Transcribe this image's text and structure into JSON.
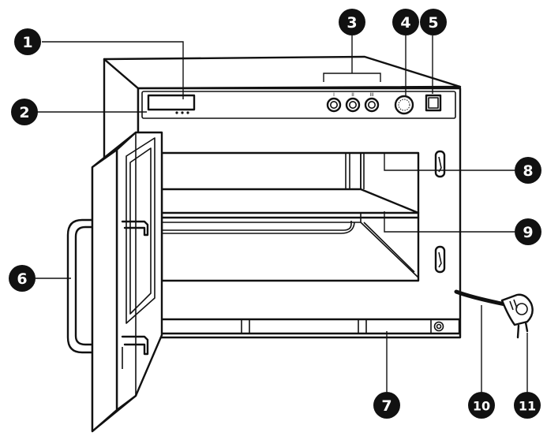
{
  "colors": {
    "ink": "#111111",
    "paper": "#ffffff"
  },
  "callouts": [
    {
      "label": "1"
    },
    {
      "label": "2"
    },
    {
      "label": "3"
    },
    {
      "label": "4"
    },
    {
      "label": "5"
    },
    {
      "label": "6"
    },
    {
      "label": "7"
    },
    {
      "label": "8"
    },
    {
      "label": "9"
    },
    {
      "label": "10"
    },
    {
      "label": "11"
    }
  ],
  "control_panel": {
    "button_labels": [
      "I",
      "II",
      "III"
    ]
  }
}
